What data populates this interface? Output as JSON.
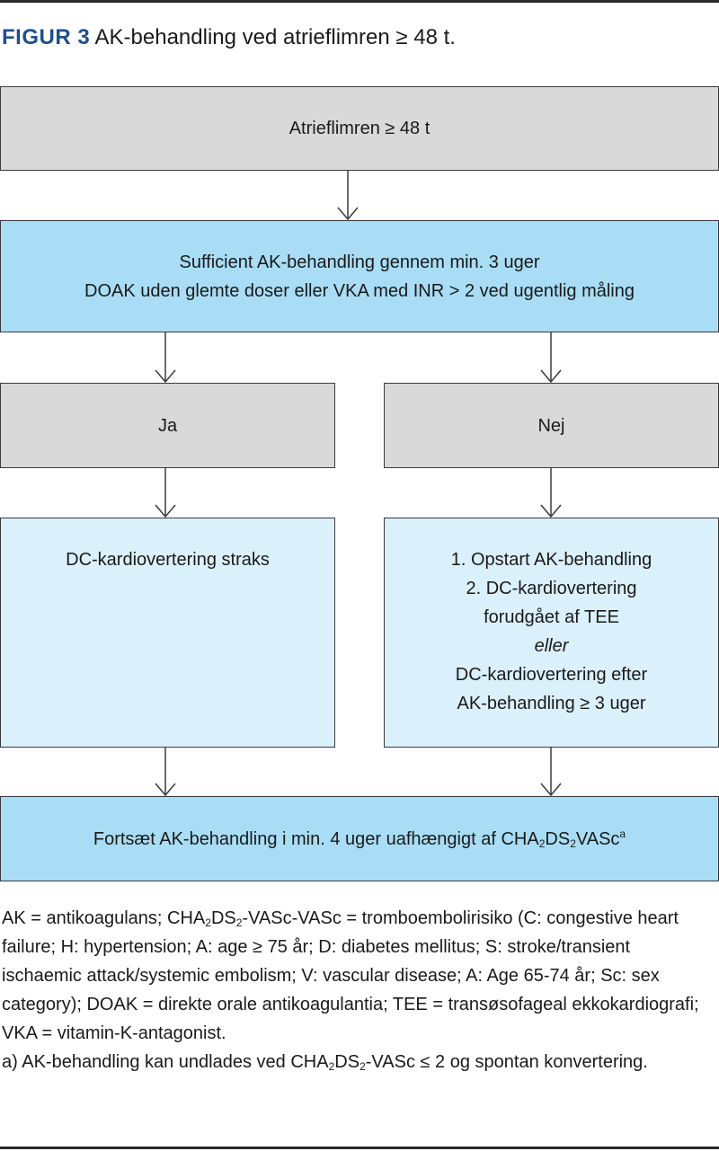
{
  "figure": {
    "label": "FIGUR 3",
    "title": "AK-behandling ved atrieflimren ≥ 48 t."
  },
  "nodes": {
    "start": "Atrieflimren ≥ 48 t",
    "sufficient": [
      "Sufficient AK-behandling gennem min. 3 uger",
      "DOAK uden glemte doser eller VKA med INR > 2 ved ugentlig måling"
    ],
    "yes": "Ja",
    "no": "Nej",
    "dc_now": "DC-kardiovertering straks",
    "no_steps": [
      "1. Opstart AK-behandling",
      "2. DC-kardiovertering",
      "forudgået af TEE",
      "eller",
      "DC-kardiovertering efter",
      "AK-behandling ≥ 3 uger"
    ],
    "continue": {
      "pre": "Fortsæt AK-behandling i min. 4 uger uafhængigt af CHA",
      "sub1": "2",
      "mid": "DS",
      "sub2": "2",
      "post": "VASc",
      "sup": "a"
    }
  },
  "footnotes": {
    "abbr": {
      "p1": "AK = antikoagulans; CHA",
      "s1": "2",
      "p2": "DS",
      "s2": "2",
      "p3": "-VASc-VASc = tromboembolirisiko (C: congestive heart failure; H: hypertension; A: age ≥ 75 år; D: diabetes mellitus; S: stroke/transient ischaemic attack/systemic embolism; V: vascular disease; A: Age 65-74 år; Sc: sex category); DOAK = direkte orale antikoagulantia; TEE = transøsofageal ekkokardiografi; VKA = vitamin-K-antagonist."
    },
    "a": {
      "p1": "a) AK-behandling kan undlades ved CHA",
      "s1": "2",
      "p2": "DS",
      "s2": "2",
      "p3": "-VASc ≤ 2 og spontan konvertering."
    }
  },
  "colors": {
    "gray_box": "#d9d9d9",
    "blue_box": "#a9ddf5",
    "light_blue_box": "#daf0fb",
    "label_blue": "#1f4e8c"
  }
}
